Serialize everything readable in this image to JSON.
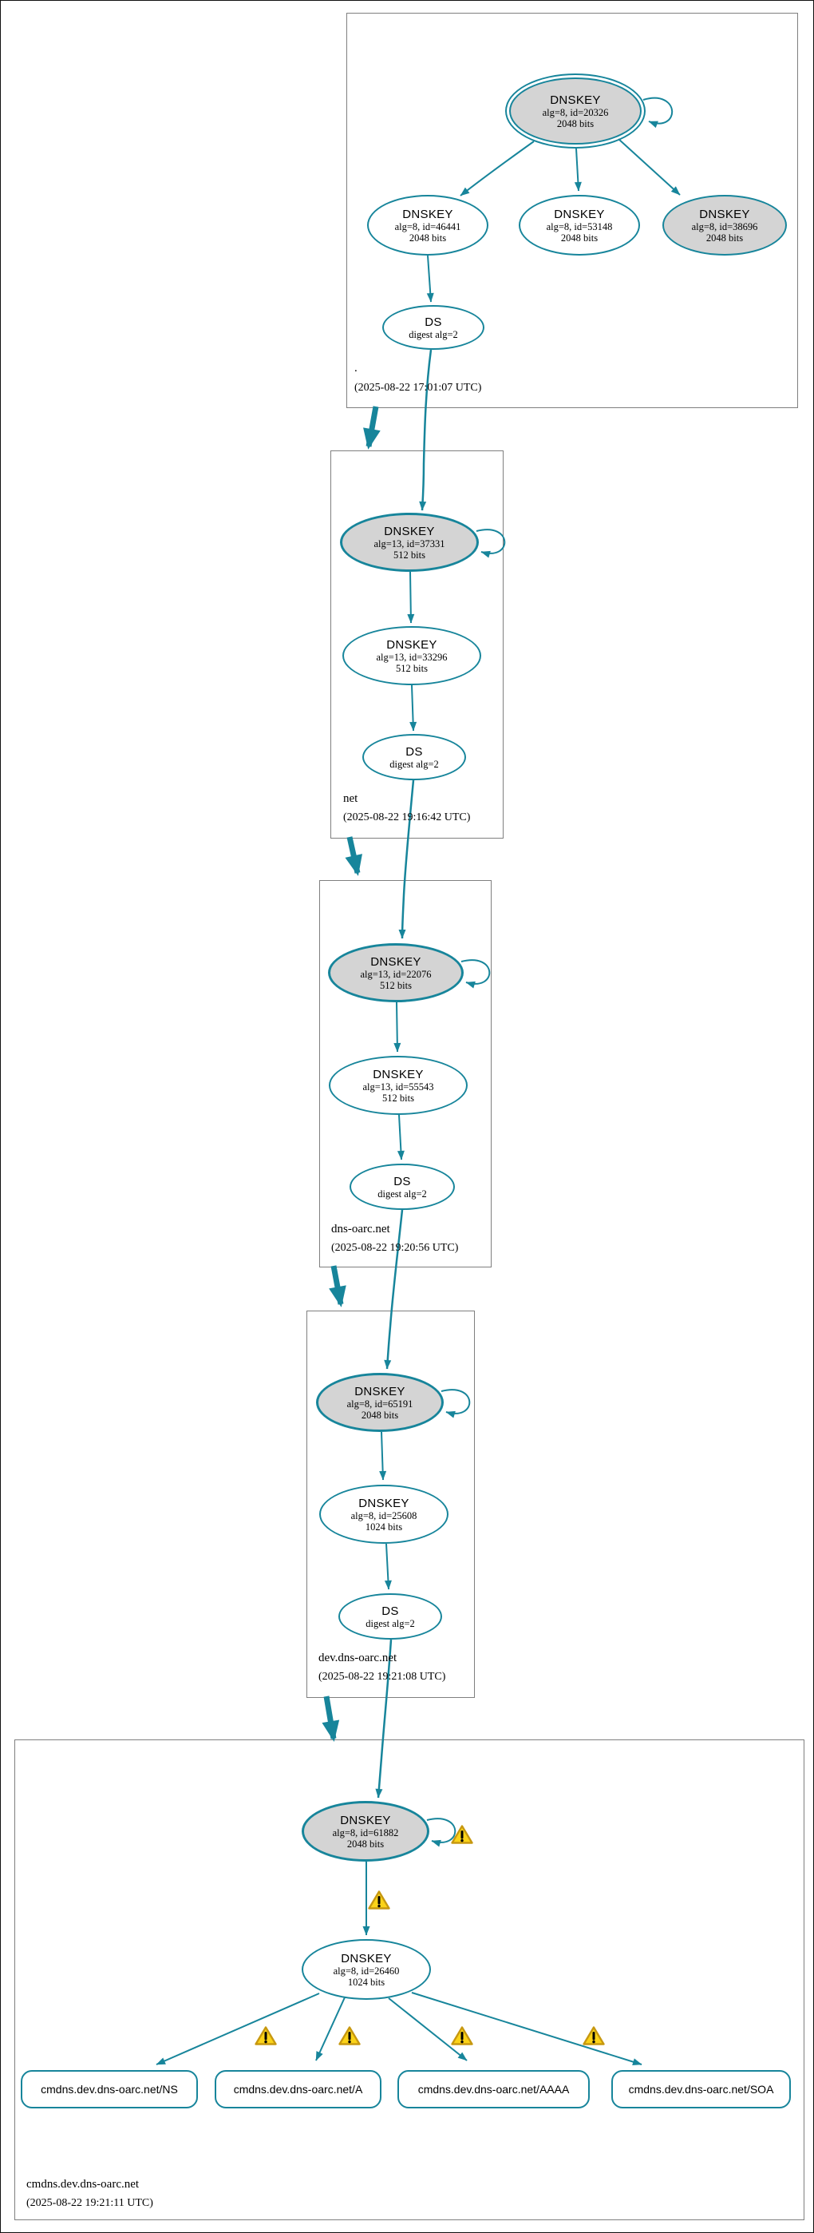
{
  "colors": {
    "secure_teal": "#17859b",
    "key_fill_gray": "#d4d4d4",
    "warning_fill": "#fbd318",
    "warning_border": "#c79810",
    "zone_border": "#7f7f7f"
  },
  "icons": {
    "warning": "warning-icon",
    "self_loop": "self-signing-loop-arrow"
  },
  "zones": [
    {
      "name": ".",
      "timestamp": "(2025-08-22 17:01:07 UTC)",
      "nodes": {
        "ksk": {
          "title": "DNSKEY",
          "detail1": "alg=8, id=20326",
          "detail2": "2048 bits"
        },
        "zsk1": {
          "title": "DNSKEY",
          "detail1": "alg=8, id=46441",
          "detail2": "2048 bits"
        },
        "zsk2": {
          "title": "DNSKEY",
          "detail1": "alg=8, id=53148",
          "detail2": "2048 bits"
        },
        "zsk3": {
          "title": "DNSKEY",
          "detail1": "alg=8, id=38696",
          "detail2": "2048 bits"
        },
        "ds": {
          "title": "DS",
          "detail1": "digest alg=2"
        }
      }
    },
    {
      "name": "net",
      "timestamp": "(2025-08-22 19:16:42 UTC)",
      "nodes": {
        "ksk": {
          "title": "DNSKEY",
          "detail1": "alg=13, id=37331",
          "detail2": "512 bits"
        },
        "zsk": {
          "title": "DNSKEY",
          "detail1": "alg=13, id=33296",
          "detail2": "512 bits"
        },
        "ds": {
          "title": "DS",
          "detail1": "digest alg=2"
        }
      }
    },
    {
      "name": "dns-oarc.net",
      "timestamp": "(2025-08-22 19:20:56 UTC)",
      "nodes": {
        "ksk": {
          "title": "DNSKEY",
          "detail1": "alg=13, id=22076",
          "detail2": "512 bits"
        },
        "zsk": {
          "title": "DNSKEY",
          "detail1": "alg=13, id=55543",
          "detail2": "512 bits"
        },
        "ds": {
          "title": "DS",
          "detail1": "digest alg=2"
        }
      }
    },
    {
      "name": "dev.dns-oarc.net",
      "timestamp": "(2025-08-22 19:21:08 UTC)",
      "nodes": {
        "ksk": {
          "title": "DNSKEY",
          "detail1": "alg=8, id=65191",
          "detail2": "2048 bits"
        },
        "zsk": {
          "title": "DNSKEY",
          "detail1": "alg=8, id=25608",
          "detail2": "1024 bits"
        },
        "ds": {
          "title": "DS",
          "detail1": "digest alg=2"
        }
      }
    },
    {
      "name": "cmdns.dev.dns-oarc.net",
      "timestamp": "(2025-08-22 19:21:11 UTC)",
      "nodes": {
        "ksk": {
          "title": "DNSKEY",
          "detail1": "alg=8, id=61882",
          "detail2": "2048 bits"
        },
        "zsk": {
          "title": "DNSKEY",
          "detail1": "alg=8, id=26460",
          "detail2": "1024 bits"
        }
      },
      "rrsets": [
        {
          "label": "cmdns.dev.dns-oarc.net/NS"
        },
        {
          "label": "cmdns.dev.dns-oarc.net/A"
        },
        {
          "label": "cmdns.dev.dns-oarc.net/AAAA"
        },
        {
          "label": "cmdns.dev.dns-oarc.net/SOA"
        }
      ]
    }
  ]
}
